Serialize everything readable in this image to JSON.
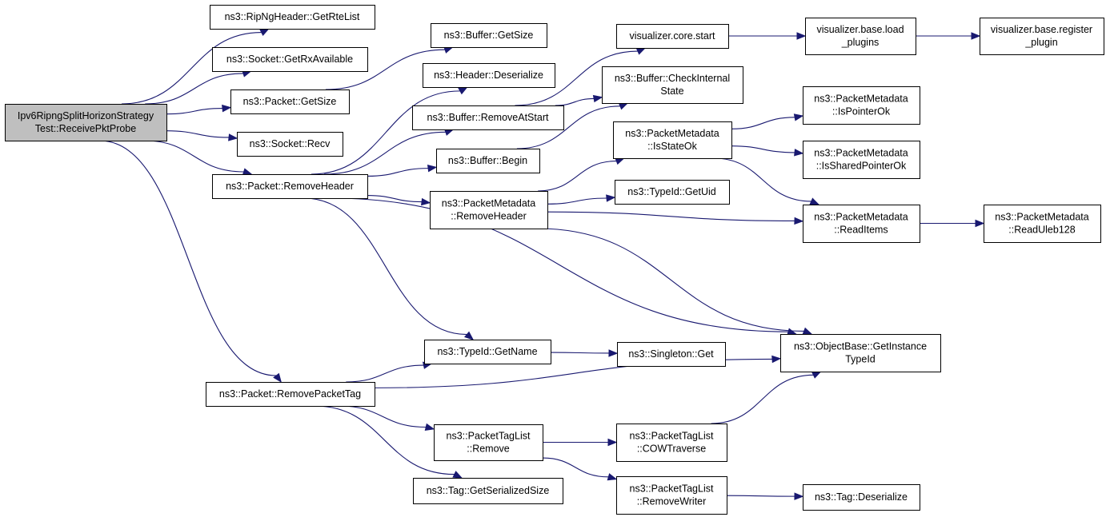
{
  "nodes": [
    {
      "id": "root",
      "lines": [
        "Ipv6RipngSplitHorizonStrategy",
        "Test::ReceivePktProbe"
      ],
      "root": true
    },
    {
      "id": "getRteList",
      "lines": [
        "ns3::RipNgHeader::GetRteList"
      ]
    },
    {
      "id": "getRxAvail",
      "lines": [
        "ns3::Socket::GetRxAvailable"
      ]
    },
    {
      "id": "pktGetSize",
      "lines": [
        "ns3::Packet::GetSize"
      ]
    },
    {
      "id": "recv",
      "lines": [
        "ns3::Socket::Recv"
      ]
    },
    {
      "id": "removeHeader",
      "lines": [
        "ns3::Packet::RemoveHeader"
      ]
    },
    {
      "id": "removePacketTag",
      "lines": [
        "ns3::Packet::RemovePacketTag"
      ]
    },
    {
      "id": "bufGetSize",
      "lines": [
        "ns3::Buffer::GetSize"
      ]
    },
    {
      "id": "hdrDeserialize",
      "lines": [
        "ns3::Header::Deserialize"
      ]
    },
    {
      "id": "bufRemoveAtStart",
      "lines": [
        "ns3::Buffer::RemoveAtStart"
      ]
    },
    {
      "id": "bufBegin",
      "lines": [
        "ns3::Buffer::Begin"
      ]
    },
    {
      "id": "pmRemoveHeader",
      "lines": [
        "ns3::PacketMetadata",
        "::RemoveHeader"
      ]
    },
    {
      "id": "typeIdGetName",
      "lines": [
        "ns3::TypeId::GetName"
      ]
    },
    {
      "id": "ptlRemove",
      "lines": [
        "ns3::PacketTagList",
        "::Remove"
      ]
    },
    {
      "id": "tagGetSerSize",
      "lines": [
        "ns3::Tag::GetSerializedSize"
      ]
    },
    {
      "id": "vizCoreStart",
      "lines": [
        "visualizer.core.start"
      ]
    },
    {
      "id": "bufCheckInternal",
      "lines": [
        "ns3::Buffer::CheckInternal",
        "State"
      ]
    },
    {
      "id": "pmIsStateOk",
      "lines": [
        "ns3::PacketMetadata",
        "::IsStateOk"
      ]
    },
    {
      "id": "typeIdGetUid",
      "lines": [
        "ns3::TypeId::GetUid"
      ]
    },
    {
      "id": "singletonGet",
      "lines": [
        "ns3::Singleton::Get"
      ]
    },
    {
      "id": "ptlCowTraverse",
      "lines": [
        "ns3::PacketTagList",
        "::COWTraverse"
      ]
    },
    {
      "id": "ptlRemoveWriter",
      "lines": [
        "ns3::PacketTagList",
        "::RemoveWriter"
      ]
    },
    {
      "id": "vizLoadPlugins",
      "lines": [
        "visualizer.base.load",
        "_plugins"
      ]
    },
    {
      "id": "pmIsPointerOk",
      "lines": [
        "ns3::PacketMetadata",
        "::IsPointerOk"
      ]
    },
    {
      "id": "pmIsSharedPtrOk",
      "lines": [
        "ns3::PacketMetadata",
        "::IsSharedPointerOk"
      ]
    },
    {
      "id": "pmReadItems",
      "lines": [
        "ns3::PacketMetadata",
        "::ReadItems"
      ]
    },
    {
      "id": "objGetInstTypeId",
      "lines": [
        "ns3::ObjectBase::GetInstance",
        "TypeId"
      ]
    },
    {
      "id": "tagDeserialize",
      "lines": [
        "ns3::Tag::Deserialize"
      ]
    },
    {
      "id": "vizRegisterPlugin",
      "lines": [
        "visualizer.base.register",
        "_plugin"
      ]
    },
    {
      "id": "pmReadUleb",
      "lines": [
        "ns3::PacketMetadata",
        "::ReadUleb128"
      ]
    }
  ],
  "edges": [
    [
      "root",
      "getRteList"
    ],
    [
      "root",
      "getRxAvail"
    ],
    [
      "root",
      "pktGetSize"
    ],
    [
      "root",
      "recv"
    ],
    [
      "root",
      "removeHeader"
    ],
    [
      "root",
      "removePacketTag"
    ],
    [
      "pktGetSize",
      "bufGetSize"
    ],
    [
      "removeHeader",
      "hdrDeserialize"
    ],
    [
      "removeHeader",
      "bufRemoveAtStart"
    ],
    [
      "removeHeader",
      "bufBegin"
    ],
    [
      "removeHeader",
      "pmRemoveHeader"
    ],
    [
      "removeHeader",
      "objGetInstTypeId"
    ],
    [
      "removeHeader",
      "typeIdGetName"
    ],
    [
      "bufRemoveAtStart",
      "vizCoreStart"
    ],
    [
      "bufRemoveAtStart",
      "bufCheckInternal"
    ],
    [
      "bufBegin",
      "bufCheckInternal"
    ],
    [
      "vizCoreStart",
      "vizLoadPlugins"
    ],
    [
      "vizLoadPlugins",
      "vizRegisterPlugin"
    ],
    [
      "pmRemoveHeader",
      "pmIsStateOk"
    ],
    [
      "pmRemoveHeader",
      "typeIdGetUid"
    ],
    [
      "pmRemoveHeader",
      "pmReadItems"
    ],
    [
      "pmRemoveHeader",
      "objGetInstTypeId"
    ],
    [
      "pmIsStateOk",
      "pmIsPointerOk"
    ],
    [
      "pmIsStateOk",
      "pmIsSharedPtrOk"
    ],
    [
      "pmIsStateOk",
      "pmReadItems"
    ],
    [
      "pmReadItems",
      "pmReadUleb"
    ],
    [
      "typeIdGetName",
      "singletonGet"
    ],
    [
      "removePacketTag",
      "typeIdGetName"
    ],
    [
      "removePacketTag",
      "objGetInstTypeId"
    ],
    [
      "removePacketTag",
      "ptlRemove"
    ],
    [
      "removePacketTag",
      "tagGetSerSize"
    ],
    [
      "ptlRemove",
      "ptlCowTraverse"
    ],
    [
      "ptlRemove",
      "ptlRemoveWriter"
    ],
    [
      "ptlCowTraverse",
      "objGetInstTypeId"
    ],
    [
      "ptlRemoveWriter",
      "tagDeserialize"
    ]
  ]
}
